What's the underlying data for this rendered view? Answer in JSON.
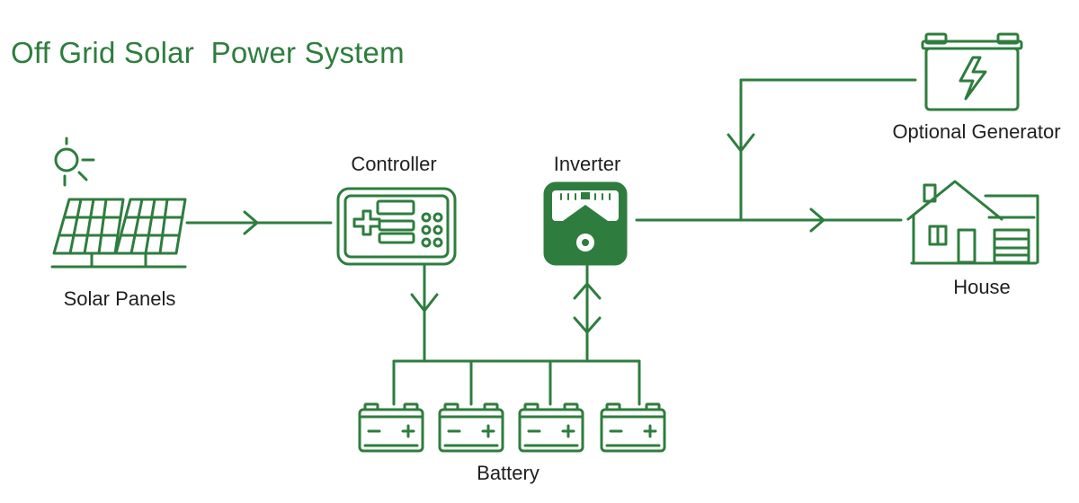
{
  "title": "Off Grid Solar  Power System",
  "colors": {
    "accent": "#2e7d3e",
    "text": "#1f1f1f",
    "background": "#ffffff"
  },
  "components": {
    "solar_panels": {
      "label": "Solar Panels",
      "icon": "solar-panel-icon"
    },
    "controller": {
      "label": "Controller",
      "icon": "charge-controller-icon"
    },
    "inverter": {
      "label": "Inverter",
      "icon": "inverter-gauge-icon"
    },
    "generator": {
      "label": "Optional Generator",
      "icon": "generator-icon"
    },
    "house": {
      "label": "House",
      "icon": "house-icon"
    },
    "battery": {
      "label": "Battery",
      "icon": "battery-icon",
      "count": 4
    }
  },
  "connections": [
    {
      "from": "Solar Panels",
      "to": "Controller",
      "direction": "one-way"
    },
    {
      "from": "Controller",
      "to": "Battery",
      "direction": "one-way"
    },
    {
      "from": "Inverter",
      "to": "Battery",
      "direction": "two-way"
    },
    {
      "from": "Inverter",
      "to": "House",
      "direction": "one-way"
    },
    {
      "from": "Optional Generator",
      "to": "House",
      "direction": "one-way"
    }
  ]
}
